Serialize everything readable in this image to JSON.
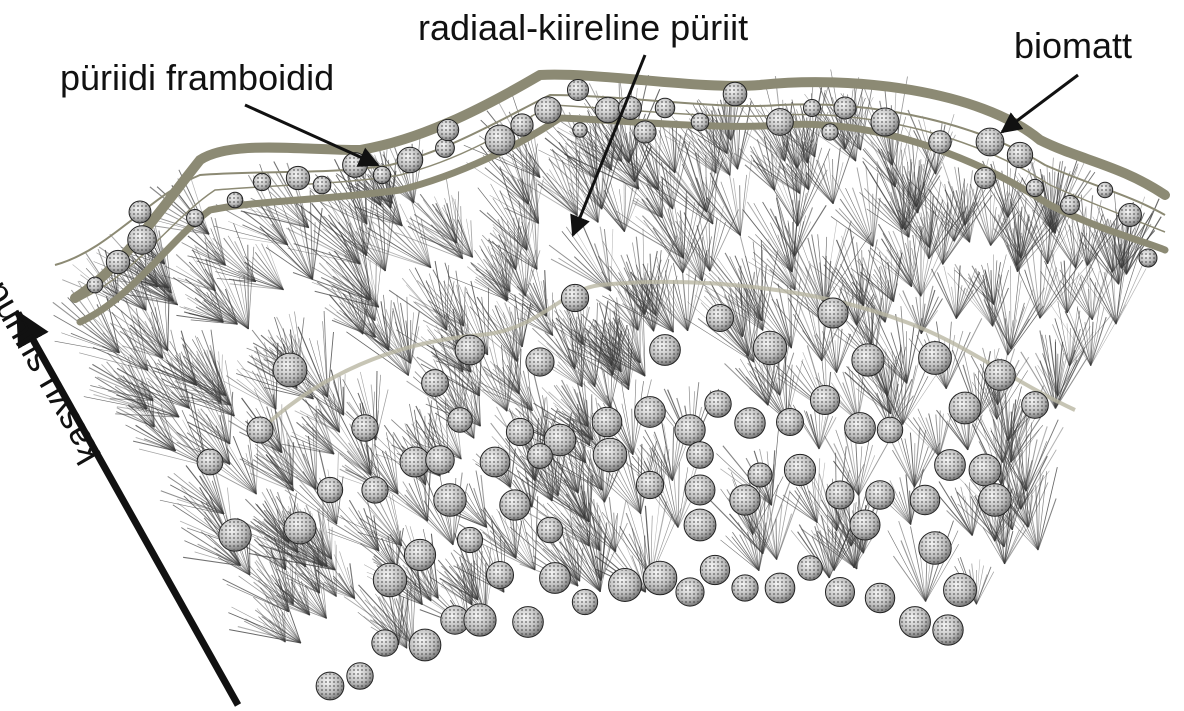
{
  "labels": {
    "framboids": "püriidi framboidid",
    "radial": "radiaal-kiireline püriit",
    "biomat": "biomatt",
    "growth": "kasvu suund"
  },
  "colors": {
    "background": "#ffffff",
    "text": "#111111",
    "arrow": "#111111",
    "biomat_band": "#8c8a74",
    "growth_line": "#b9b7a2",
    "crystal_stroke": "#3a3a3a",
    "crystal_fill": "#f2f2f2",
    "framboid_fill": "#cfcfcf",
    "framboid_stroke": "#222222"
  },
  "icons": {
    "framboid": "framboid-sphere",
    "crystal_fan": "radial-crystal-fan"
  }
}
